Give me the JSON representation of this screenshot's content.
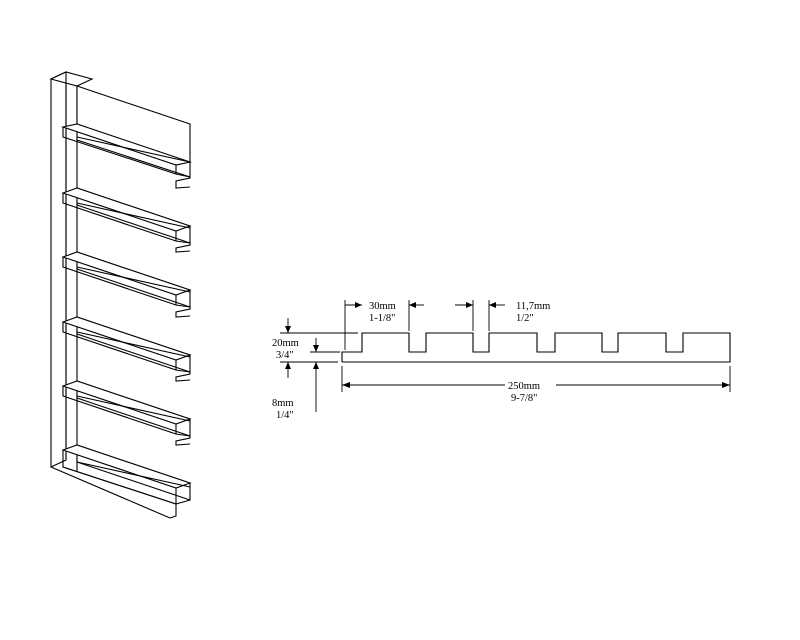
{
  "dimensions": {
    "groove_width": {
      "metric": "30mm",
      "imperial": "1-1/8\""
    },
    "tooth_width": {
      "metric": "11,7mm",
      "imperial": "1/2\""
    },
    "thickness": {
      "metric": "20mm",
      "imperial": "3/4\""
    },
    "groove_depth": {
      "metric": "8mm",
      "imperial": "1/4\""
    },
    "total_width": {
      "metric": "250mm",
      "imperial": "9-7/8\""
    }
  }
}
